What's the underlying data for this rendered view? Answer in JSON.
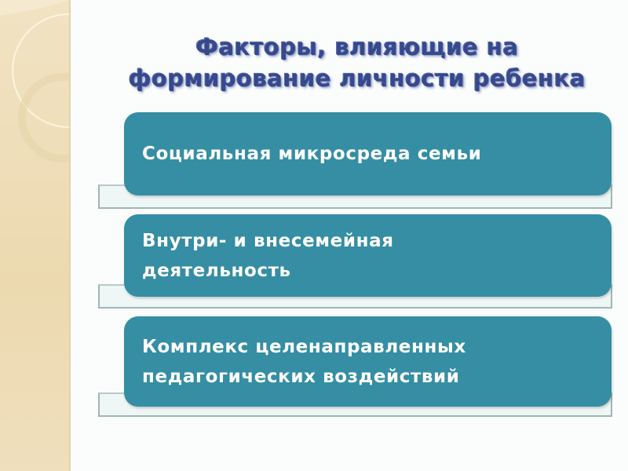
{
  "title": {
    "line1": "Факторы, влияющие на",
    "line2": "формирование личности ребенка"
  },
  "factors": [
    {
      "lines": [
        "Социальная микросреда семьи"
      ]
    },
    {
      "lines": [
        "Внутри- и внесемейная",
        "деятельность"
      ]
    },
    {
      "lines": [
        "Комплекс целенаправленных",
        "педагогических воздействий"
      ]
    }
  ],
  "colors": {
    "box": "#358ea3",
    "title": "#36498c",
    "panel": "#ecd9b0"
  }
}
